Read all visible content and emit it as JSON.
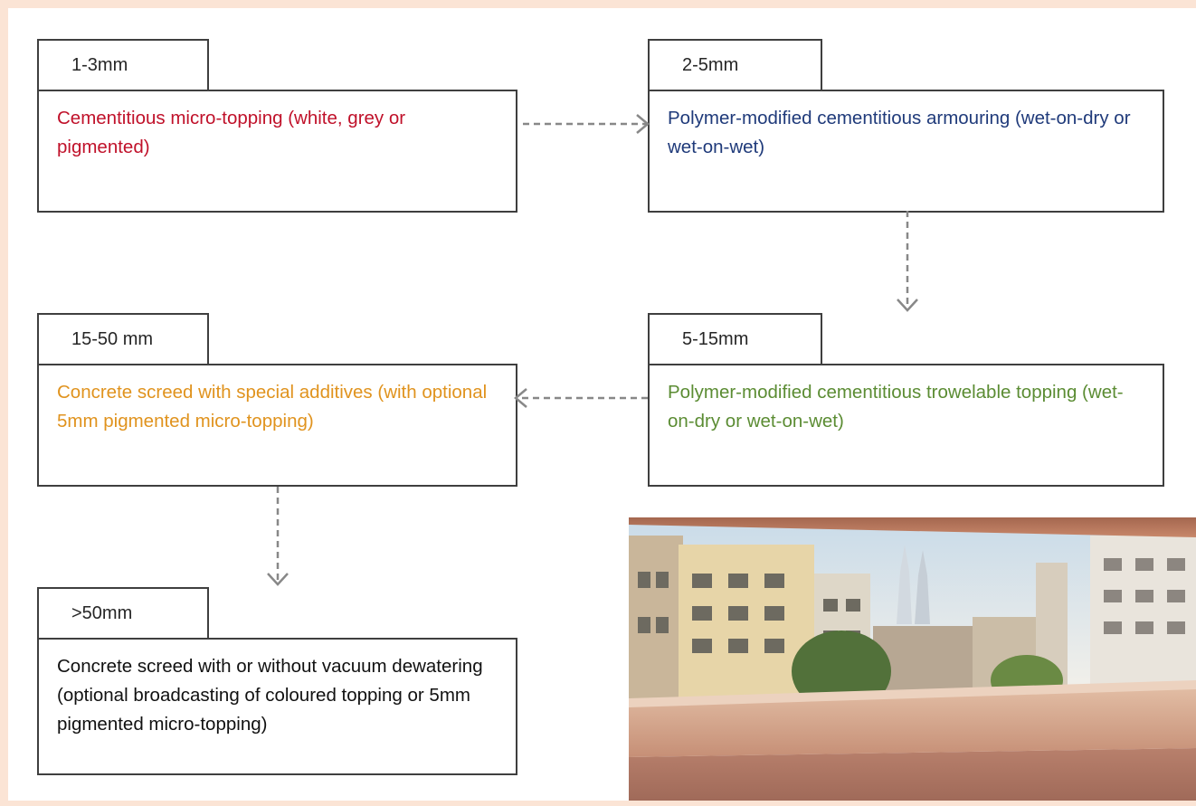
{
  "stages": [
    {
      "range": "1-3mm",
      "description": "Cementitious micro-topping (white, grey or pigmented)",
      "color": "#c0112a"
    },
    {
      "range": "2-5mm",
      "description": "Polymer-modified cementitious armouring (wet-on-dry or wet-on-wet)",
      "color": "#1f3a7a"
    },
    {
      "range": "5-15mm",
      "description": "Polymer-modified cementitious trowelable topping (wet-on-dry or wet-on-wet)",
      "color": "#5b8c33"
    },
    {
      "range": "15-50 mm",
      "description": "Concrete screed with special additives (with optional 5mm pigmented micro-topping)",
      "color": "#e0931e"
    },
    {
      "range": ">50mm",
      "description": "Concrete screed with or without vacuum dewatering (optional broadcasting of coloured topping or 5mm pigmented micro-topping)",
      "color": "#111111"
    }
  ]
}
